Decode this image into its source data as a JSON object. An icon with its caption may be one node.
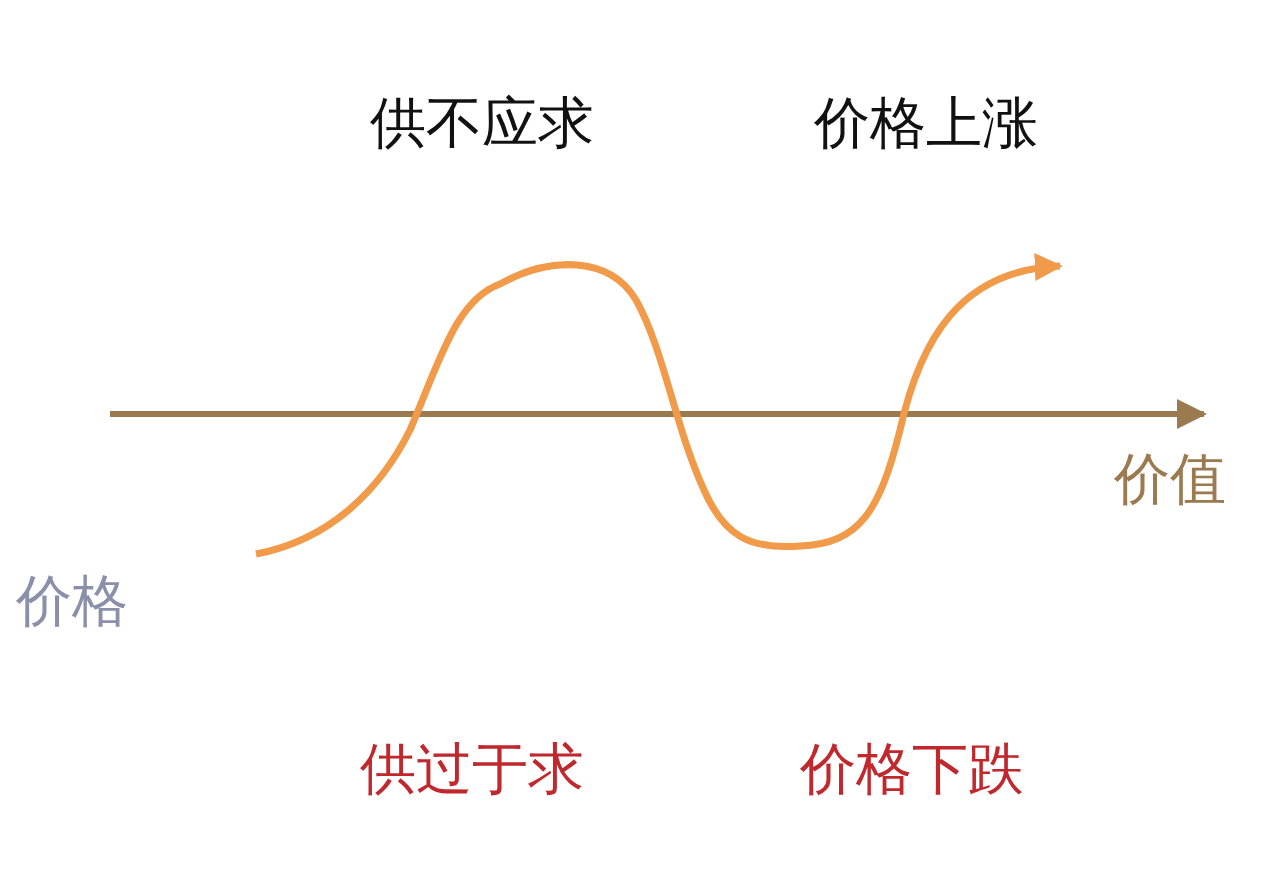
{
  "diagram": {
    "labels": [
      "供不应求",
      "价格上涨",
      "价值",
      "价格",
      "供过于求",
      "价格下跌"
    ]
  }
}
